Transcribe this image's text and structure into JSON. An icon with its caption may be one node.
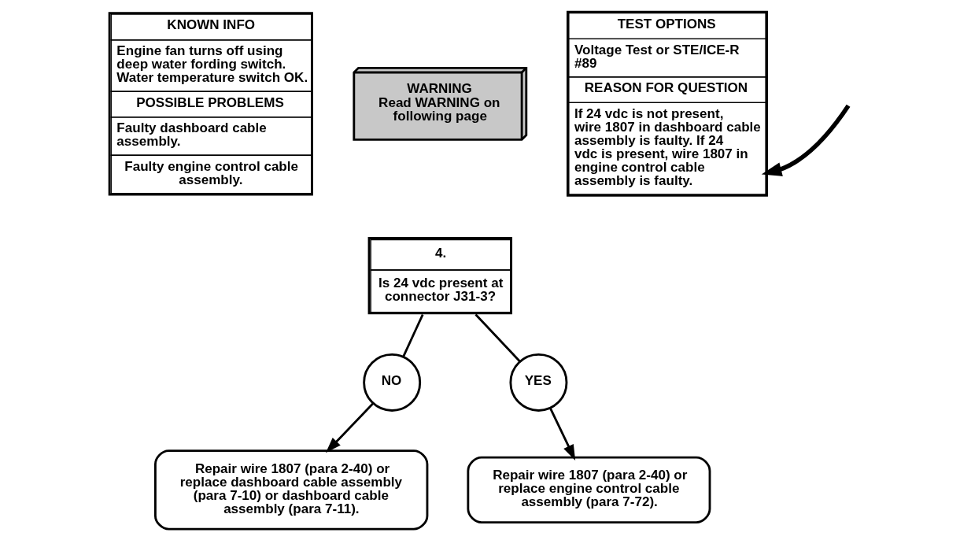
{
  "diagram": {
    "nodes": [
      {
        "text": [
          "KNOWN INFO",
          "Engine fan turns off using deep water fording switch. Water temperature switch OK.",
          "POSSIBLE PROBLEMS",
          "Faulty dashboard cable assembly.",
          "Faulty engine control cable assembly."
        ]
      },
      {
        "text": [
          "WARNING",
          "Read WARNING on following page"
        ]
      },
      {
        "text": [
          "4.",
          "Is 24 vdc present at connector J31-3?"
        ]
      },
      {
        "text": [
          "TEST OPTIONS",
          "Voltage Test or STE/ICE-R #89",
          "REASON FOR QUESTION",
          "If 24 vdc is not present, wire 1807 in dashboard cable assembly is faulty. If 24 vdc is present, wire 1807 in engine control cable assembly is faulty."
        ]
      },
      {
        "text": [
          "NO"
        ]
      },
      {
        "text": [
          "YES"
        ]
      },
      {
        "text": [
          "Repair wire 1807 (para 2-40) or replace dashboard cable assembly (para 7-10) or dashboard cable assembly (para 7-11)."
        ]
      },
      {
        "text": [
          "Repair wire 1807 (para 2-40) or replace engine control cable assembly (para 7-72)."
        ]
      }
    ],
    "edges": [
      {
        "from": 2,
        "to": 4,
        "arrow": "none"
      },
      {
        "from": 4,
        "to": 6,
        "arrow": "to"
      },
      {
        "from": 2,
        "to": 5,
        "arrow": "none"
      },
      {
        "from": 5,
        "to": 7,
        "arrow": "to"
      },
      {
        "from": null,
        "to": 3,
        "arrow": "to",
        "style": "thick"
      }
    ]
  }
}
